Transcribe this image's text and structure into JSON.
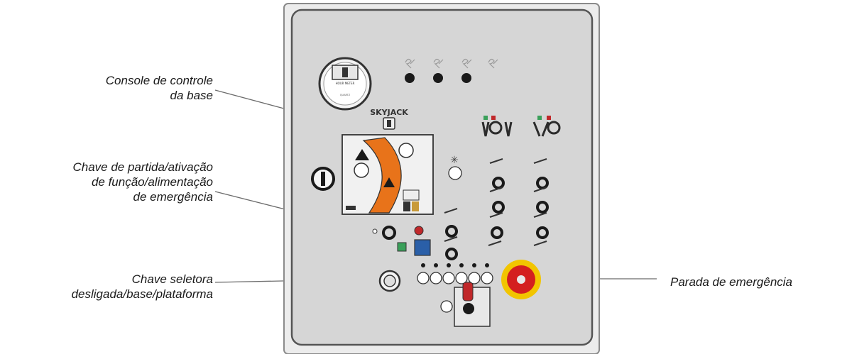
{
  "labels": {
    "console": [
      "Console de controle",
      "da base"
    ],
    "key_switch": [
      "Chave de partida/ativação",
      "de função/alimentação",
      "de emergência"
    ],
    "selector": [
      "Chave seletora",
      "desligada/base/plataforma"
    ],
    "estop": "Parada de emergência"
  },
  "panel": {
    "brand": "SKYJACK",
    "hour_meter_text": "HOUR METER",
    "hour_meter_sub": "QUARTZ"
  },
  "colors": {
    "panel_fill": "#d6d6d6",
    "panel_border": "#555555",
    "frame_border": "#888888",
    "indicator_orange": "#e8731a",
    "estop_red": "#d41f1f",
    "estop_yellow": "#f2c500",
    "mode_blue": "#2a5fa8",
    "toggle_red": "#c0282a",
    "green_accent": "#3aa05a"
  },
  "icons": [
    "hour-meter-icon",
    "warning-icon",
    "estop-button-icon",
    "key-switch-icon"
  ]
}
